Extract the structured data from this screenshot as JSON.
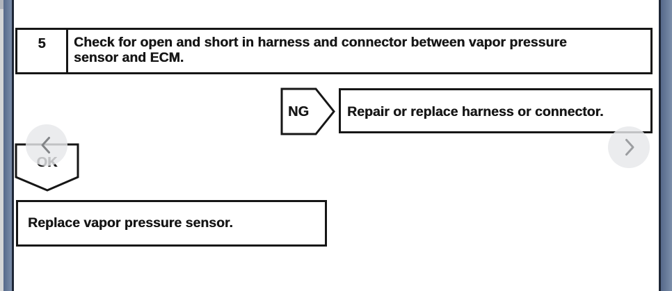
{
  "theme": {
    "page_bg": "#ffffff",
    "ink": "#161616",
    "frame_blue_dark": "#56698a",
    "frame_blue_light": "#7b8eaa",
    "frame_edge": "#1e2737",
    "rail_gray": "#d5d6d7",
    "rail_gray_top": "#b2b6bd",
    "nav_circle_bg": "rgba(231,232,234,0.82)",
    "nav_chevron_prev": "#828487",
    "nav_chevron_next": "#9c9ea1"
  },
  "flowchart": {
    "step": {
      "number": "5",
      "instruction": "Check for open and short in harness and connector between vapor pressure sensor and ECM.",
      "instruction_lines": [
        "Check for open and short in harness and connector between vapor pressure",
        "sensor and ECM."
      ]
    },
    "ng_branch": {
      "label": "NG",
      "action": "Repair or replace harness or connector."
    },
    "ok_branch": {
      "label": "OK",
      "action": "Replace vapor pressure sensor."
    }
  },
  "nav": {
    "prev_icon": "chevron-left",
    "next_icon": "chevron-right"
  }
}
